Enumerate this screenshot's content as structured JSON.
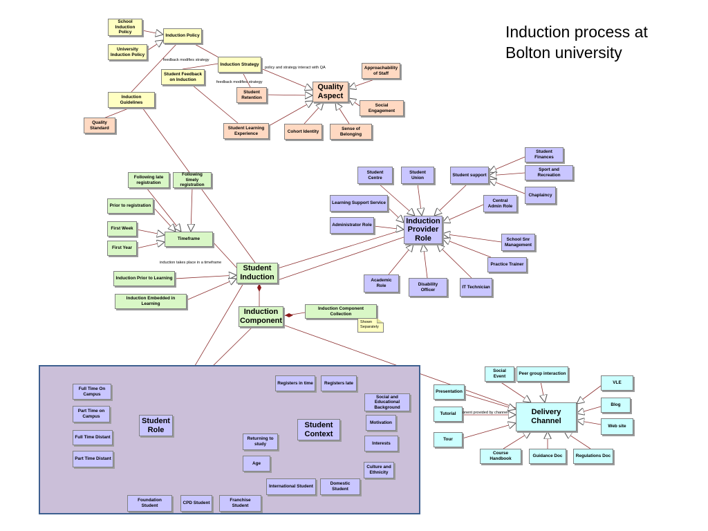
{
  "title": "Induction process at\nBolton university",
  "nodes": {
    "school_induction_policy": "School\nInduction\nPolicy",
    "university_induction_policy": "University\nInduction Policy",
    "induction_policy": "Induction Policy",
    "induction_strategy": "Induction Strategy",
    "student_feedback": "Student Feedback\non Induction",
    "induction_guidelines": "Induction Guidelines",
    "quality_standard": "Quality\nStandard",
    "student_retention": "Student\nRetention",
    "student_learning_experience": "Student Learning\nExperience",
    "quality_aspect": "Quality\nAspect",
    "approachability_of_staff": "Approachability\nof Staff",
    "social_engagement": "Social Engagement",
    "cohort_identity": "Cohort Identity",
    "sense_of_belonging": "Sense of Belonging",
    "following_late_registration": "Following late\nregistration",
    "following_timely_registration": "Following timely\nregistration",
    "prior_to_registration": "Prior to registration",
    "first_week": "First Week",
    "first_year": "First Year",
    "timeframe": "Timeframe",
    "induction_prior_to_learning": "Induction Prior to Learning",
    "induction_embedded_in_learning": "Induction Embedded in Learning",
    "student_induction": "Student\nInduction",
    "induction_component": "Induction\nComponent",
    "induction_component_collection": "Induction Component Collection",
    "student_centre": "Student Centre",
    "student_union": "Student Union",
    "student_support": "Student support",
    "student_finances": "Student Finances",
    "sport_and_recreation": "Sport and Recreation",
    "chaplaincy": "Chaplaincy",
    "learning_support_service": "Learning Support Service",
    "central_admin_role": "Central\nAdmin Role",
    "administrator_role": "Administrator Role",
    "induction_provider_role": "Induction\nProvider\nRole",
    "school_snr_management": "School Snr\nManagement",
    "practice_trainer": "Practice Trainer",
    "academic_role": "Academic Role",
    "disability_officer": "Disability Officer",
    "it_technician": "IT Technician",
    "full_time_on_campus": "Full Time On\nCampus",
    "part_time_on_campus": "Part Time on\nCampus",
    "full_time_distant": "Full Time Distant",
    "part_time_distant": "Part Time Distant",
    "student_role": "Student\nRole",
    "foundation_student": "Foundation Student",
    "cpd_student": "CPD Student",
    "franchise_student": "Franchise Student",
    "registers_in_time": "Registers in time",
    "registers_late": "Registers late",
    "social_educational_background": "Social and\nEducational\nBackground",
    "motivation": "Motivation",
    "returning_to_study": "Returning to\nstudy",
    "student_context": "Student\nContext",
    "interests": "Interests",
    "age": "Age",
    "culture_and_ethnicity": "Culture and\nEthnicity",
    "international_student": "International Student",
    "domestic_student": "Domestic Student",
    "social_event": "Social Event",
    "peer_group_interaction": "Peer group interaction",
    "vle": "VLE",
    "presentation": "Presentation",
    "tutorial": "Tutorial",
    "delivery_channel": "Delivery\nChannel",
    "blog": "Blog",
    "web_site": "Web site",
    "tour": "Tour",
    "course_handbook": "Course Handbook",
    "guidance_doc": "Guidance Doc",
    "regulations_doc": "Regulations Doc"
  },
  "edge_labels": {
    "feedback_modifies_strategy_1": "feedback modifies strategy",
    "policy_strategy_qa": "policy and strategy interact with QA",
    "feedback_modifies_strategy_2": "feedback modifies strategy",
    "induction_timeframe": "induction takes place in a timeframe",
    "component_channel": "onent provided by channel"
  },
  "note": "Shown\nSeparately",
  "colors": {
    "yellow": "#ffffc2",
    "orange": "#ffd9c2",
    "green": "#d9f7c6",
    "purple": "#c9c6ff",
    "cyan": "#ccffff",
    "frame_fill": "#cbbfd9",
    "frame_border": "#3d5f8f",
    "link": "#8b2d2d"
  }
}
